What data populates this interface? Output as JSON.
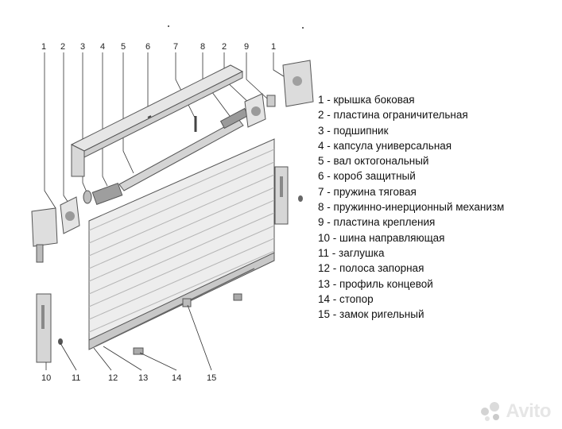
{
  "diagram": {
    "callouts_top": [
      "1",
      "2",
      "3",
      "4",
      "5",
      "6",
      "7",
      "8",
      "2",
      "9",
      "1"
    ],
    "callouts_bottom": [
      "10",
      "11",
      "12",
      "13",
      "14",
      "15"
    ]
  },
  "legend": [
    "1 - крышка боковая",
    "2 - пластина ограничительная",
    "3 - подшипник",
    "4 - капсула универсальная",
    "5 - вал октогональный",
    "6 - короб защитный",
    "7 - пружина тяговая",
    "8 - пружинно-инерционный механизм",
    "9 - пластина крепления",
    "10 - шина направляющая",
    "11 - заглушка",
    "12 - полоса запорная",
    "13 - профиль концевой",
    "14 - стопор",
    "15 - замок ригельный"
  ],
  "watermark": {
    "text": "Avito",
    "colors": [
      "#d8d8d8",
      "#cfcfcf",
      "#c6c6c6",
      "#e0e0e0"
    ]
  }
}
